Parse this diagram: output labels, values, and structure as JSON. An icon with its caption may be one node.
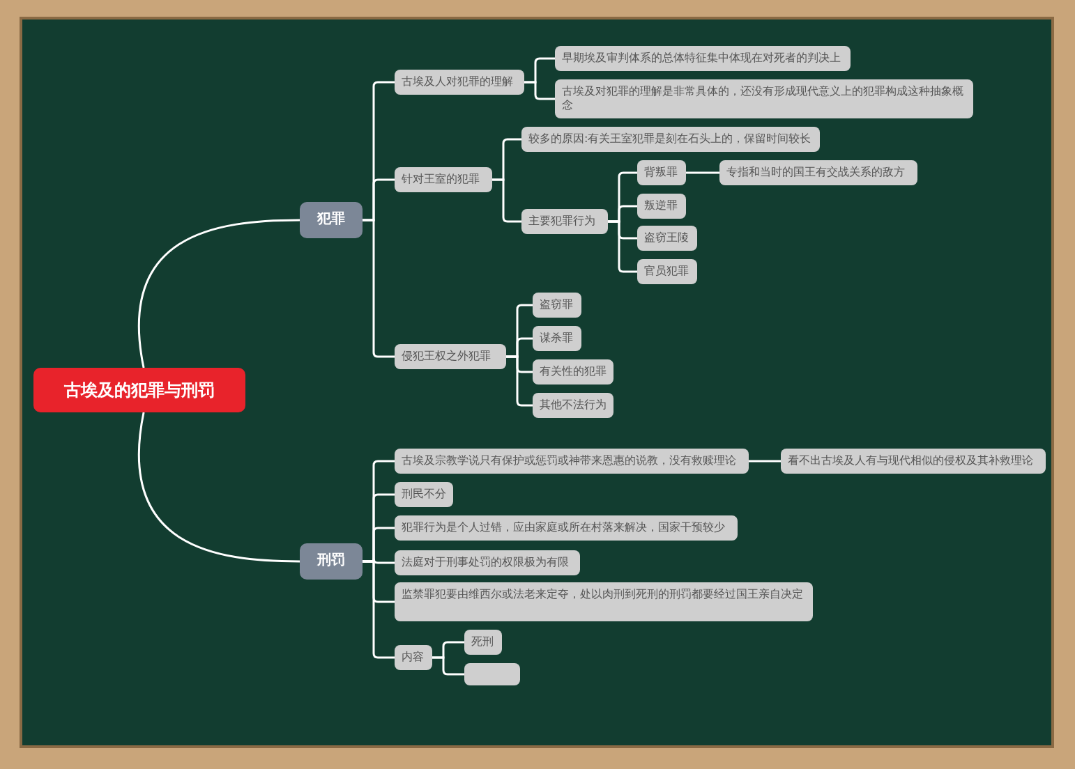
{
  "diagram": {
    "nodes": [
      {
        "text": [
          "古埃及的犯罪与刑罚"
        ]
      },
      {
        "text": [
          "犯罪"
        ]
      },
      {
        "text": [
          "刑罚"
        ]
      },
      {
        "text": [
          "古埃及人对犯罪的理解"
        ]
      },
      {
        "text": [
          "早期埃及审判体系的总体特征集中体现在对死者的判决上"
        ]
      },
      {
        "text": [
          "古埃及对犯罪的理解是非常具体的，还没有形成现代意义上的犯罪构成这种抽象概念"
        ]
      },
      {
        "text": [
          "针对王室的犯罪"
        ]
      },
      {
        "text": [
          "较多的原因:有关王室犯罪是刻在石头上的，保留时间较长"
        ]
      },
      {
        "text": [
          "主要犯罪行为"
        ]
      },
      {
        "text": [
          "背叛罪"
        ]
      },
      {
        "text": [
          "专指和当时的国王有交战关系的敌方"
        ]
      },
      {
        "text": [
          "叛逆罪"
        ]
      },
      {
        "text": [
          "盗窃王陵"
        ]
      },
      {
        "text": [
          "官员犯罪"
        ]
      },
      {
        "text": [
          "侵犯王权之外犯罪"
        ]
      },
      {
        "text": [
          "盗窃罪"
        ]
      },
      {
        "text": [
          "谋杀罪"
        ]
      },
      {
        "text": [
          "有关性的犯罪"
        ]
      },
      {
        "text": [
          "其他不法行为"
        ]
      },
      {
        "text": [
          "古埃及宗教学说只有保护或惩罚或神带来恩惠的说教，没有救赎理论"
        ]
      },
      {
        "text": [
          "看不出古埃及人有与现代相似的侵权及其补救理论"
        ]
      },
      {
        "text": [
          "刑民不分"
        ]
      },
      {
        "text": [
          "犯罪行为是个人过错，应由家庭或所在村落来解决，国家干预较少"
        ]
      },
      {
        "text": [
          "法庭对于刑事处罚的权限极为有限"
        ]
      },
      {
        "text": [
          "监禁罪犯要由维西尔或法老来定夺，处以肉刑到死刑的刑罚都要经过国王亲自决定"
        ]
      },
      {
        "text": [
          "内容"
        ]
      },
      {
        "text": [
          "死刑"
        ]
      },
      {
        "text": [],
        "shape": "box"
      }
    ],
    "edges": [
      {
        "from": 0,
        "to": 1,
        "arrow": "none"
      },
      {
        "from": 0,
        "to": 2,
        "arrow": "none"
      },
      {
        "from": 1,
        "to": 3,
        "arrow": "none"
      },
      {
        "from": 3,
        "to": 4,
        "arrow": "none"
      },
      {
        "from": 3,
        "to": 5,
        "arrow": "none"
      },
      {
        "from": 1,
        "to": 6,
        "arrow": "none"
      },
      {
        "from": 6,
        "to": 7,
        "arrow": "none"
      },
      {
        "from": 6,
        "to": 8,
        "arrow": "none"
      },
      {
        "from": 8,
        "to": 9,
        "arrow": "none"
      },
      {
        "from": 9,
        "to": 10,
        "arrow": "none"
      },
      {
        "from": 8,
        "to": 11,
        "arrow": "none"
      },
      {
        "from": 8,
        "to": 12,
        "arrow": "none"
      },
      {
        "from": 8,
        "to": 13,
        "arrow": "none"
      },
      {
        "from": 1,
        "to": 14,
        "arrow": "none"
      },
      {
        "from": 14,
        "to": 15,
        "arrow": "none"
      },
      {
        "from": 14,
        "to": 16,
        "arrow": "none"
      },
      {
        "from": 14,
        "to": 17,
        "arrow": "none"
      },
      {
        "from": 14,
        "to": 18,
        "arrow": "none"
      },
      {
        "from": 2,
        "to": 19,
        "arrow": "none"
      },
      {
        "from": 19,
        "to": 20,
        "arrow": "none"
      },
      {
        "from": 2,
        "to": 21,
        "arrow": "none"
      },
      {
        "from": 2,
        "to": 22,
        "arrow": "none"
      },
      {
        "from": 2,
        "to": 23,
        "arrow": "none"
      },
      {
        "from": 2,
        "to": 24,
        "arrow": "none"
      },
      {
        "from": 2,
        "to": 25,
        "arrow": "none"
      },
      {
        "from": 25,
        "to": 26,
        "arrow": "none"
      },
      {
        "from": 25,
        "to": 27,
        "arrow": "none"
      }
    ]
  }
}
